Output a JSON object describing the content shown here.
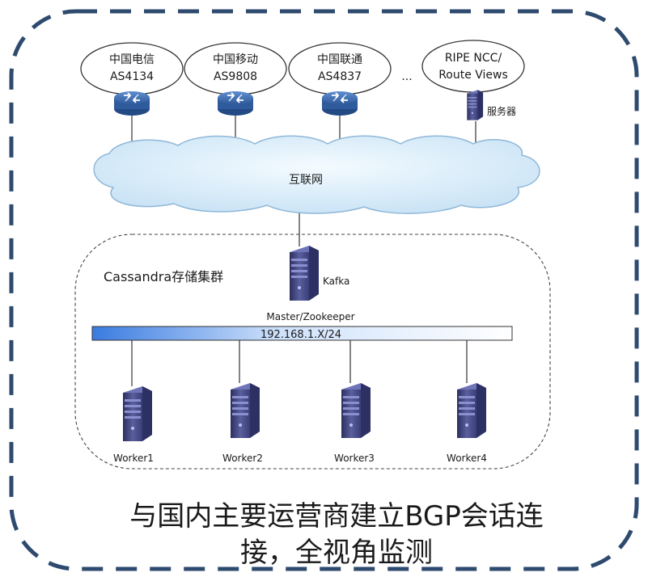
{
  "isps": [
    {
      "name": "中国电信",
      "as": "AS4134"
    },
    {
      "name": "中国移动",
      "as": "AS9808"
    },
    {
      "name": "中国联通",
      "as": "AS4837"
    }
  ],
  "ellipsis": "...",
  "ripe": {
    "line1": "RIPE NCC/",
    "line2": "Route Views",
    "server_label": "服务器"
  },
  "internet_label": "互联网",
  "cluster_label": "Cassandra存储集群",
  "kafka_label": "Kafka",
  "master_label": "Master/Zookeeper",
  "subnet_label": "192.168.1.X/24",
  "workers": [
    "Worker1",
    "Worker2",
    "Worker3",
    "Worker4"
  ],
  "caption": {
    "line1": "与国内主要运营商建立BGP会话连",
    "line2": "接，全视角监测"
  },
  "colors": {
    "border": "#2e4a6e",
    "router": "#3b67a8",
    "server": "#4a4f86",
    "cloud": "#cfe6f7",
    "cloud_stroke": "#8fb7d8",
    "subnet_gradient_start": "#3a7be0"
  }
}
